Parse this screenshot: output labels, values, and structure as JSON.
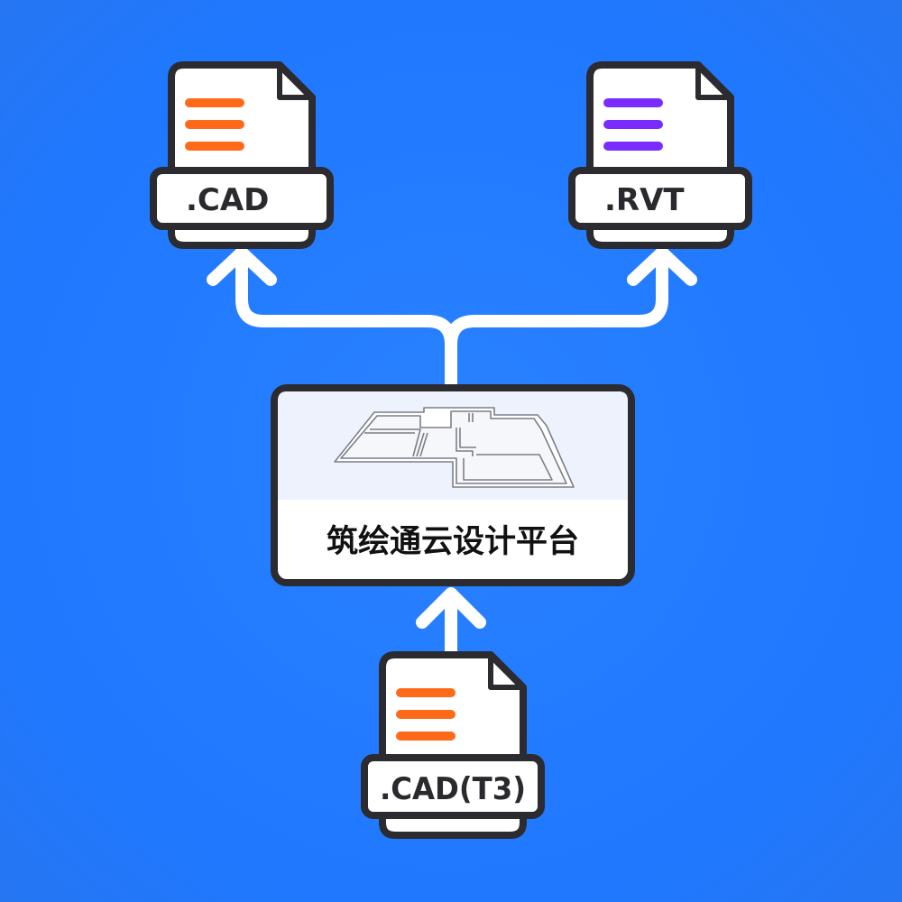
{
  "files": {
    "cad": {
      "label": ".CAD",
      "accent": "#ff6a1a"
    },
    "rvt": {
      "label": ".RVT",
      "accent": "#7a2cff"
    },
    "cad_t3": {
      "label": ".CAD(T3)",
      "accent": "#ff6a1a"
    }
  },
  "platform": {
    "name": "筑绘通云设计平台"
  },
  "colors": {
    "background": "#1f78ff",
    "arrows": "#ffffff",
    "outline": "#2b2b30"
  }
}
